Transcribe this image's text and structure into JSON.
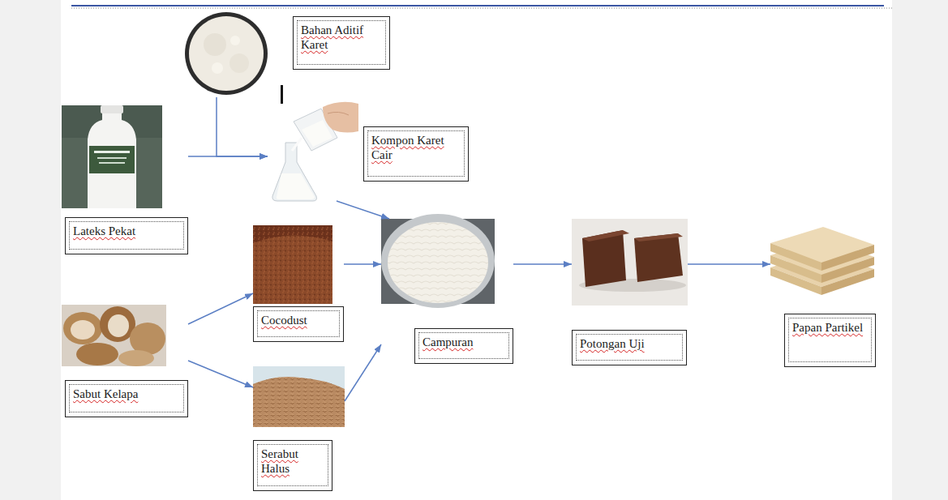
{
  "diagram": {
    "nodes": [
      {
        "text": [
          "Bahan Aditif Karet"
        ]
      },
      {
        "text": [
          "Kompon Karet Cair"
        ]
      },
      {
        "text": [
          "Lateks Pekat"
        ]
      },
      {
        "text": [
          "Cocodust"
        ]
      },
      {
        "text": [
          "Campuran"
        ]
      },
      {
        "text": [
          "Potongan Uji"
        ]
      },
      {
        "text": [
          "Papan Partikel"
        ]
      },
      {
        "text": [
          "Sabut Kelapa"
        ]
      },
      {
        "text": [
          "Serabut Halus"
        ]
      }
    ],
    "edges": [
      {
        "from": 0,
        "to": 1,
        "arrow": "to"
      },
      {
        "from": 2,
        "to": 1,
        "arrow": "to"
      },
      {
        "from": 1,
        "to": 4,
        "arrow": "to"
      },
      {
        "from": 3,
        "to": 4,
        "arrow": "to"
      },
      {
        "from": 8,
        "to": 4,
        "arrow": "to"
      },
      {
        "from": 7,
        "to": 3,
        "arrow": "to"
      },
      {
        "from": 7,
        "to": 8,
        "arrow": "to"
      },
      {
        "from": 4,
        "to": 5,
        "arrow": "to"
      },
      {
        "from": 5,
        "to": 6,
        "arrow": "to"
      }
    ]
  }
}
